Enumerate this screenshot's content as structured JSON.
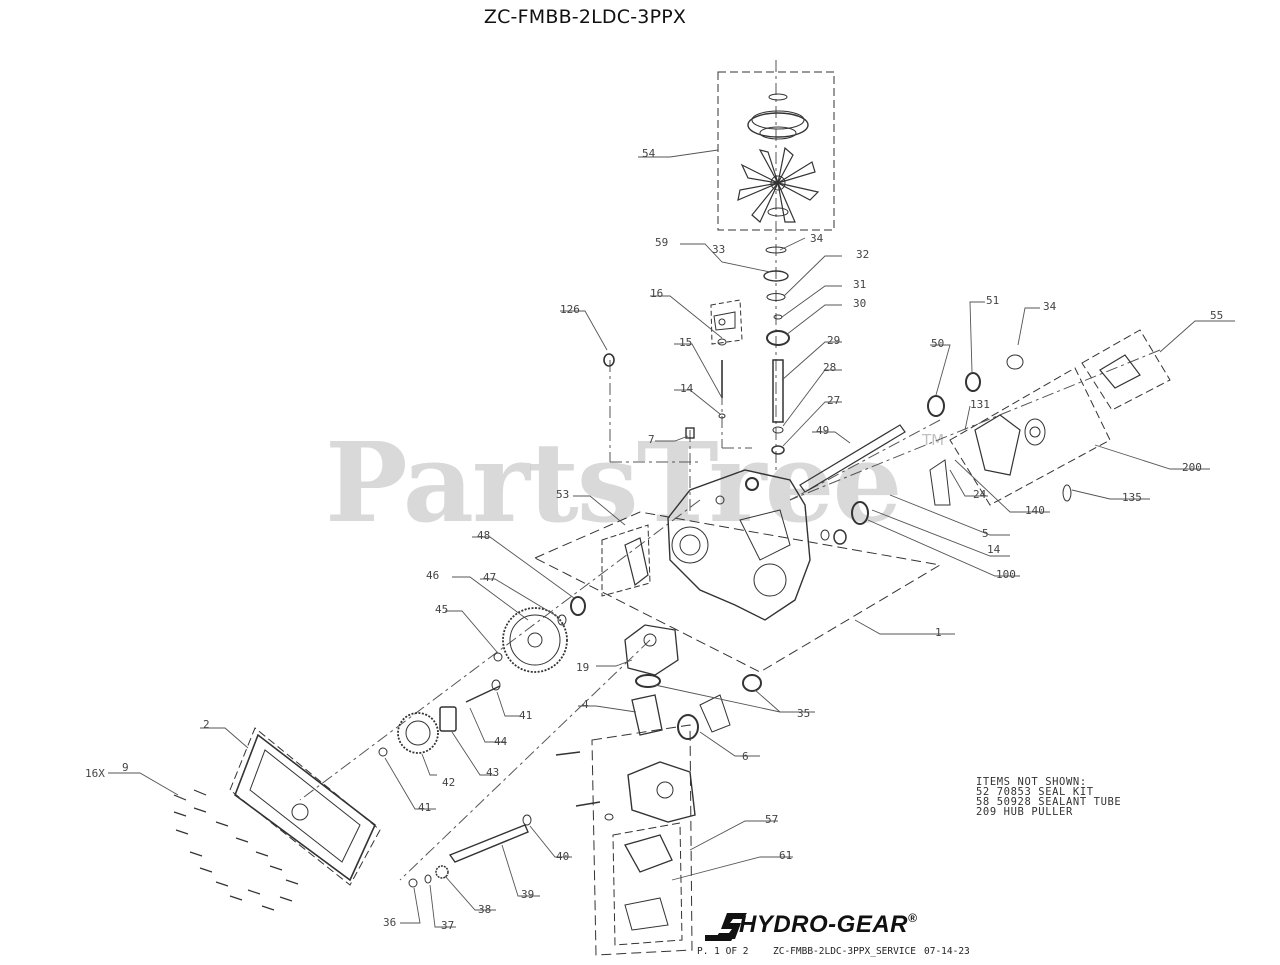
{
  "title": "ZC-FMBB-2LDC-3PPX",
  "watermark": "PartsTree",
  "watermark_tm": "TM",
  "callouts": [
    "54",
    "34",
    "59",
    "33",
    "32",
    "31",
    "16",
    "30",
    "126",
    "15",
    "29",
    "28",
    "14",
    "27",
    "7",
    "49",
    "50",
    "51",
    "34",
    "55",
    "131",
    "24",
    "140",
    "200",
    "135",
    "53",
    "5",
    "14",
    "100",
    "48",
    "47",
    "46",
    "45",
    "1",
    "19",
    "4",
    "35",
    "41",
    "44",
    "2",
    "6",
    "42",
    "43",
    "41",
    "9",
    "16X",
    "57",
    "61",
    "40",
    "39",
    "38",
    "37",
    "36"
  ],
  "notes": {
    "heading": "ITEMS NOT SHOWN:",
    "items": [
      "52 70853 SEAL KIT",
      "58 50928 SEALANT TUBE",
      "209 HUB PULLER"
    ]
  },
  "footer": {
    "page": "P. 1 OF 2",
    "doc": "ZC-FMBB-2LDC-3PPX_SERVICE",
    "date": "07-14-23"
  },
  "brand": "HYDRO-GEAR",
  "brand_mark": "®"
}
